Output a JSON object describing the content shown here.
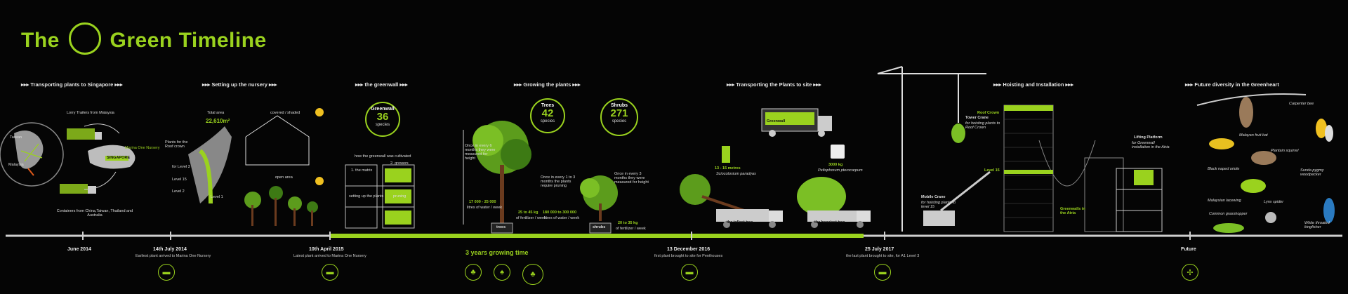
{
  "title": {
    "pre": "The",
    "main": "Green Timeline"
  },
  "sections": [
    {
      "id": "transport",
      "label": "▸▸▸  Transporting plants to Singapore  ▸▸▸"
    },
    {
      "id": "nursery",
      "label": "▸▸▸  Setting up the nursery  ▸▸▸"
    },
    {
      "id": "greenwall",
      "label": "▸▸▸  the greenwall  ▸▸▸"
    },
    {
      "id": "growing",
      "label": "▸▸▸  Growing the plants  ▸▸▸"
    },
    {
      "id": "site",
      "label": "▸▸▸  Transporting the Plants to site  ▸▸▸"
    },
    {
      "id": "hoisting",
      "label": "▸▸▸  Hoisting and Installation  ▸▸▸"
    },
    {
      "id": "future",
      "label": "▸▸▸  Future diversity in the Greenheart"
    }
  ],
  "transport": {
    "lorry": "Lorry Trailers from Malaysia",
    "containers": "Containers from China,Taiwan, Thailand and Australia",
    "taiwan": "Taiwan",
    "singapore": "SINGAPORE",
    "marina": "Marina One Nursery",
    "malaysia": "Malaysia"
  },
  "nursery": {
    "total_area_label": "Total area",
    "total_area": "22,610m²",
    "covered": "covered / shaded",
    "open": "open area",
    "plants_level": "Plants for the Roof crown",
    "level3": "for Level 3",
    "level15": "Level 15",
    "level2": "Level 2",
    "level1": "Level 1"
  },
  "greenwall": {
    "badge_label": "Greenwall",
    "badge_num": "36",
    "badge_sp": "species",
    "how": "how the greenwall was cultivated",
    "matrix": "1. the matrix",
    "growers": "2. growers",
    "setting": "setting up the plants",
    "pruning": "pruning"
  },
  "growing": {
    "trees_label": "Trees",
    "trees_num": "42",
    "trees_sp": "species",
    "shrubs_label": "Shrubs",
    "shrubs_num": "271",
    "shrubs_sp": "species",
    "note1": "Once in every 6 months they were measured for height",
    "note2": "Once in every 1 to 3 months the plants require pruning",
    "note3": "Once in every 3 months they were measured for height",
    "water_trees": "17 000 - 25 000",
    "water_trees_unit": "litres of water / week",
    "fert_trees": "25 to 45 kg",
    "fert_trees_unit": "of fertilizer / week",
    "water_shrubs": "180 000 to 300 000",
    "water_shrubs_unit": "liters of water / week",
    "fert_shrubs": "20 to 35 kg",
    "fert_shrubs_unit": "of fertilizer / week",
    "trees_tag": "trees",
    "shrubs_tag": "shrubs"
  },
  "site": {
    "tallest_height": "13 - 15 metres",
    "tallest_species": "Sciocotosium paradyas",
    "heaviest_weight": "3000 kg",
    "heaviest_species": "Peltophorum pterocarpum",
    "greenwall_truck": "Greenwall",
    "tallest": "the tallest tree",
    "heaviest": "the heaviest tree"
  },
  "hoisting": {
    "tower_crane": "Tower Crane",
    "tower_note": "for hoisting plants to Roof Crown",
    "roof_crown": "Roof Crown",
    "level15": "Level 15",
    "mobile_crane": "Mobile Crane",
    "mobile_note": "for hoisting plants to level 15",
    "greenwalls_atria": "Greenwalls in the Atria",
    "lifting": "Lifting Platform",
    "lifting_note": "for Greenwall installation in the Atria"
  },
  "future": {
    "species": [
      "Carpenter bee",
      "Malayan fruit bat",
      "Plantain squirrel",
      "Black naped oriole",
      "Sunda pygmy woodpecker",
      "Malaysian lacewing",
      "Common grasshopper",
      "Lynx spider",
      "White throated kingfisher"
    ]
  },
  "timeline": [
    {
      "date": "June 2014",
      "desc": "",
      "icon": "none"
    },
    {
      "date": "14th July 2014",
      "desc": "Earliest plant arrived to Marina One Nursery",
      "icon": "truck-icon"
    },
    {
      "date": "10th April 2015",
      "desc": "Latest plant arrived to Marina One Nursery",
      "icon": "truck-icon"
    },
    {
      "date": "3 years growing time",
      "desc": "",
      "icon": "plants-icon"
    },
    {
      "date": "13 December 2016",
      "desc": "first plant brought to site for Penthouses",
      "icon": "truck-icon"
    },
    {
      "date": "25 July 2017",
      "desc": "the last plant brought to site, for A1 Level 3",
      "icon": "truck-icon"
    },
    {
      "date": "Future",
      "desc": "",
      "icon": "dragonfly-icon"
    }
  ],
  "colors": {
    "accent": "#9ad21e",
    "background": "#050505",
    "line": "#cfcfcf"
  }
}
